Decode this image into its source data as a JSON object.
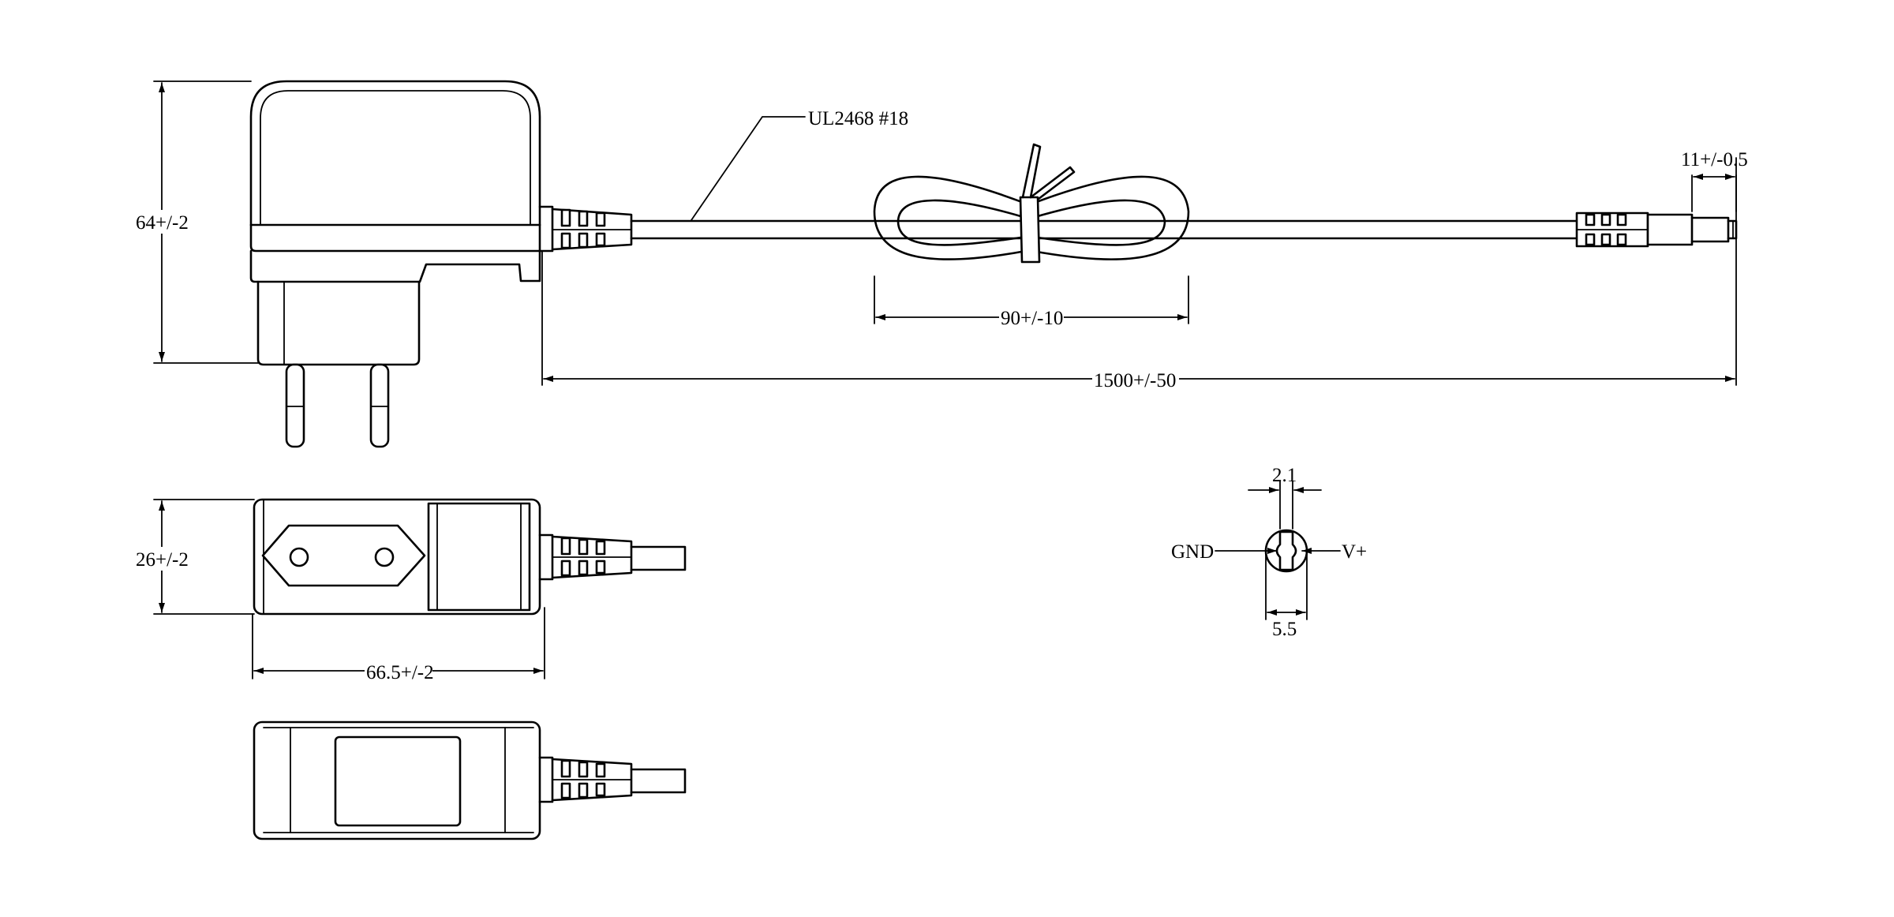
{
  "labels": {
    "cable_spec": "UL2468 #18",
    "height_dim": "64+/-2",
    "loop_dim": "90+/-10",
    "total_length_dim": "1500+/-50",
    "plug_length_dim": "11+/-0.5",
    "width_dim": "26+/-2",
    "depth_dim": "66.5+/-2",
    "inner_dia_dim": "2.1",
    "outer_dia_dim": "5.5",
    "gnd_label": "GND",
    "vplus_label": "V+"
  }
}
